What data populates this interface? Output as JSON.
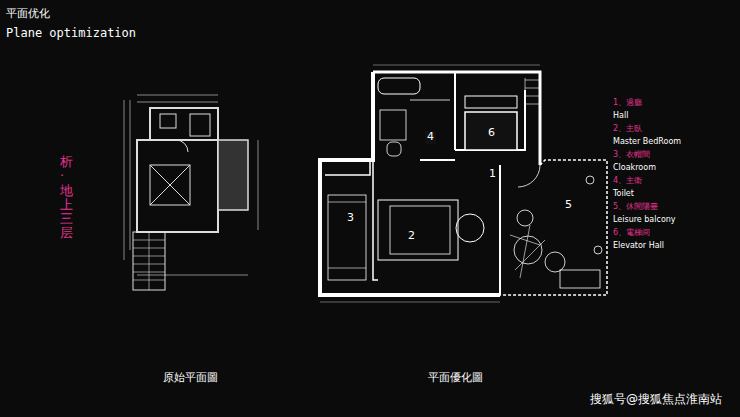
{
  "diagram": {
    "title": "平面优化",
    "labels": [
      "Plane optimization",
      "析·地上三层",
      "1",
      "2",
      "3",
      "4",
      "6",
      "5",
      "1、過廳",
      "Hall",
      "2、主臥",
      "Master BedRoom",
      "3、衣帽間",
      "Cloakroom",
      "4、主衛",
      "Toilet",
      "5、休閒陽臺",
      "Leisure balcony",
      "6、電梯间",
      "Elevator Hall",
      "原始平面圖",
      "平面優化圖",
      "搜狐号@搜狐焦点淮南站"
    ]
  }
}
